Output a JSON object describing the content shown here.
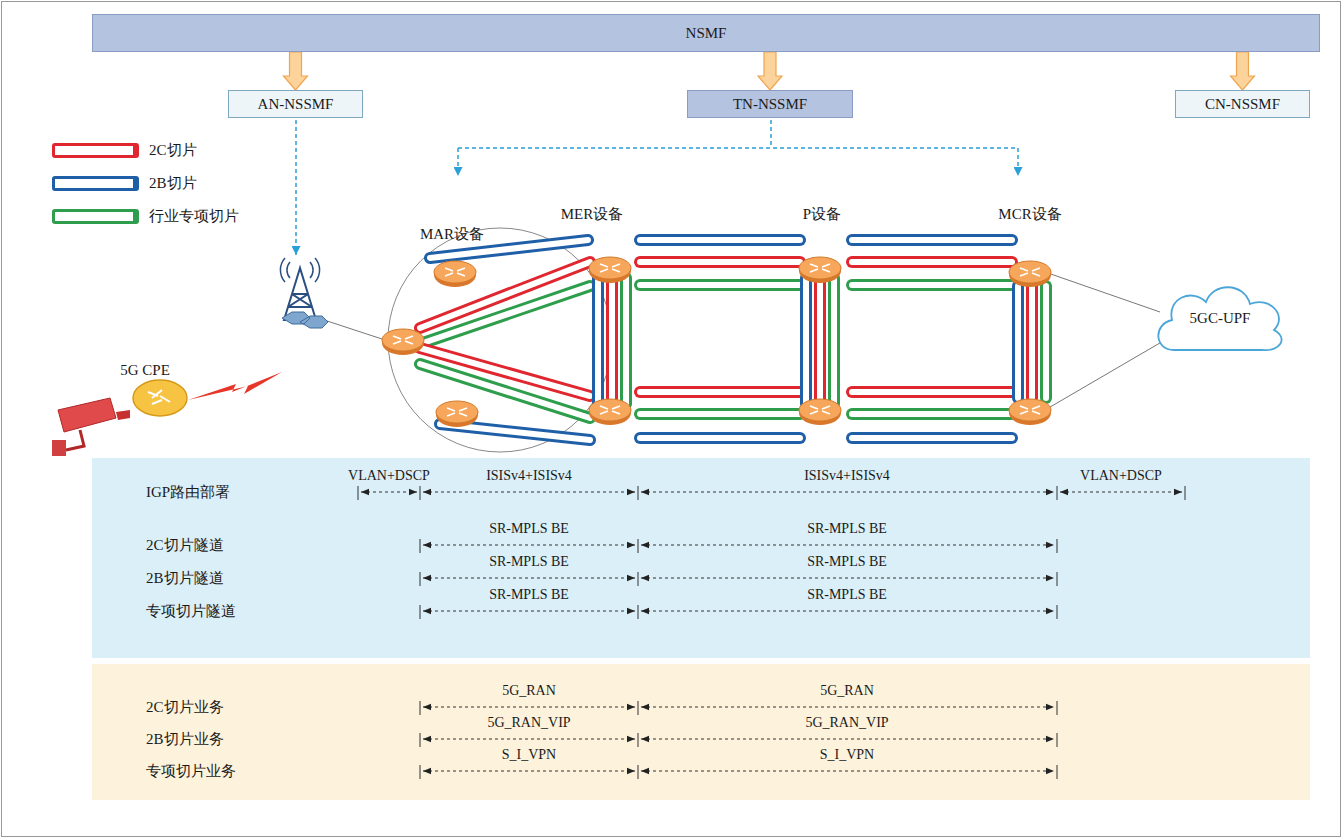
{
  "diagram": {
    "nodes": [
      {
        "text": [
          "NSMF"
        ]
      },
      {
        "text": [
          "AN-NSSMF"
        ]
      },
      {
        "text": [
          "TN-NSSMF"
        ]
      },
      {
        "text": [
          "CN-NSSMF"
        ]
      },
      {
        "text": [
          "5GC-UPF"
        ]
      }
    ],
    "edges": [
      {
        "from": 0,
        "to": 1,
        "arrow": "to"
      },
      {
        "from": 0,
        "to": 2,
        "arrow": "to"
      },
      {
        "from": 0,
        "to": 3,
        "arrow": "to"
      }
    ],
    "labels": [
      "MAR设备",
      "MER设备",
      "P设备",
      "MCR设备",
      "5G CPE",
      "IGP路由部署",
      "VLAN+DSCP",
      "ISISv4+ISISv4",
      "ISISv4+ISISv4",
      "VLAN+DSCP",
      "2C切片隧道",
      "SR-MPLS BE",
      "SR-MPLS BE",
      "2B切片隧道",
      "SR-MPLS BE",
      "SR-MPLS BE",
      "专项切片隧道",
      "SR-MPLS BE",
      "SR-MPLS BE",
      "2C切片业务",
      "5G_RAN",
      "5G_RAN",
      "2B切片业务",
      "5G_RAN_VIP",
      "5G_RAN_VIP",
      "专项切片业务",
      "S_I_VPN",
      "S_I_VPN"
    ],
    "legend": [
      {
        "text": "2C切片",
        "color": "#e0262e"
      },
      {
        "text": "2B切片",
        "color": "#1f5fa8"
      },
      {
        "text": "行业专项切片",
        "color": "#2e9e4c"
      }
    ]
  }
}
